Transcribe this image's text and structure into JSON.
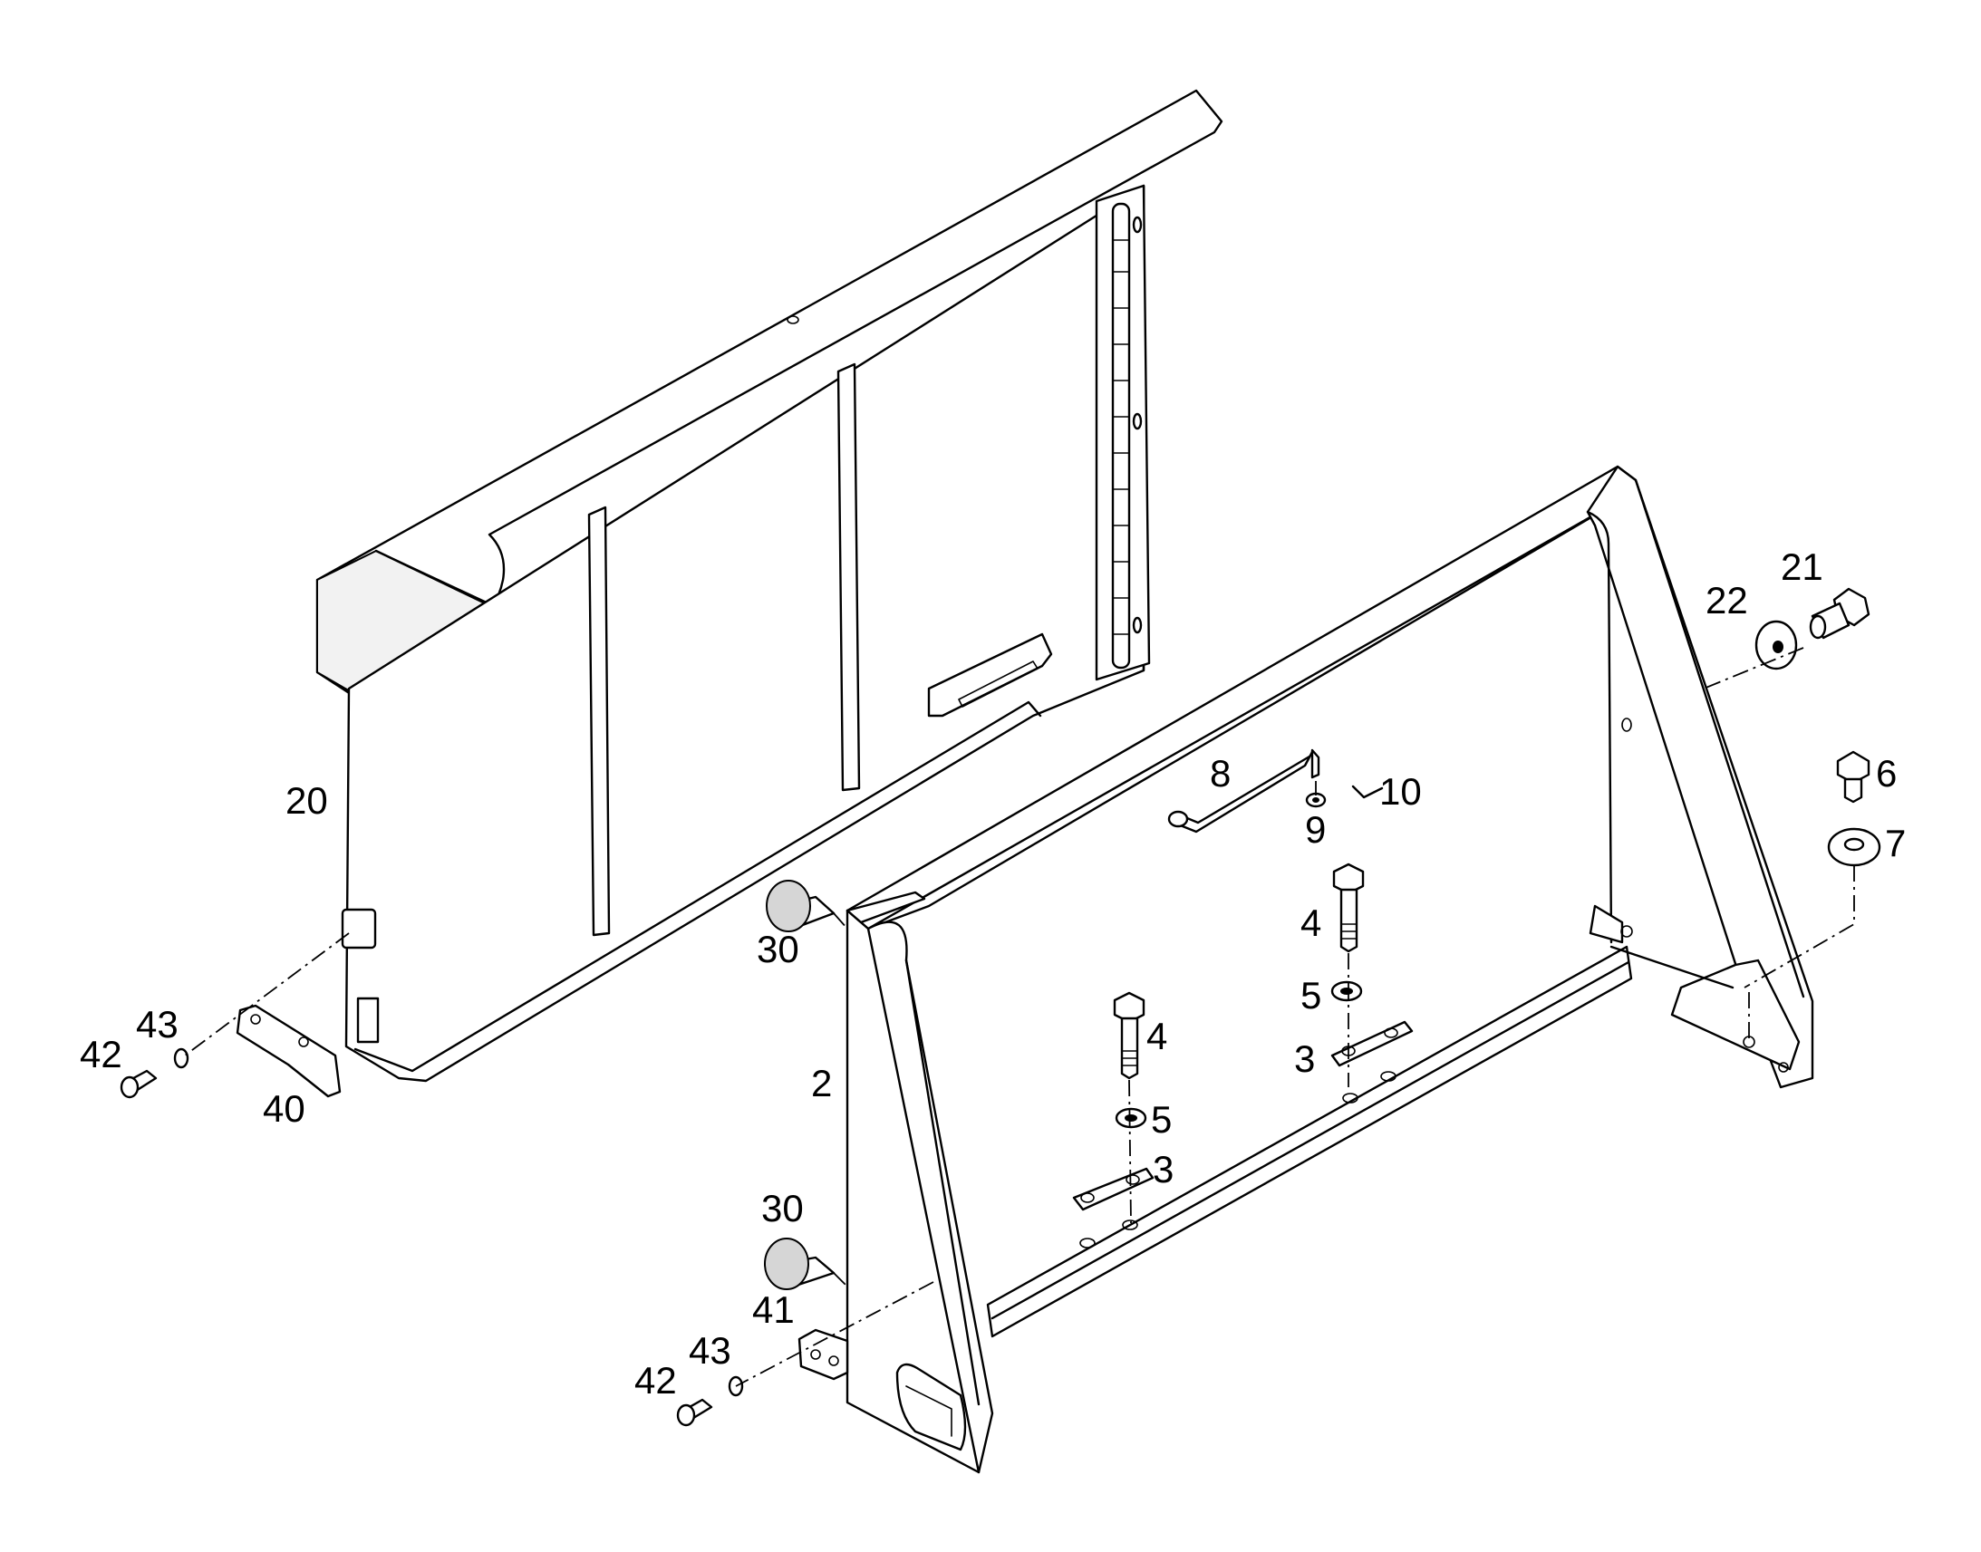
{
  "callouts": {
    "c20": "20",
    "c2": "2",
    "c3a": "3",
    "c3b": "3",
    "c4a": "4",
    "c4b": "4",
    "c5a": "5",
    "c5b": "5",
    "c6": "6",
    "c7": "7",
    "c8": "8",
    "c9": "9",
    "c10": "10",
    "c21": "21",
    "c22": "22",
    "c30a": "30",
    "c30b": "30",
    "c40": "40",
    "c41": "41",
    "c42a": "42",
    "c42b": "42",
    "c43a": "43",
    "c43b": "43"
  }
}
